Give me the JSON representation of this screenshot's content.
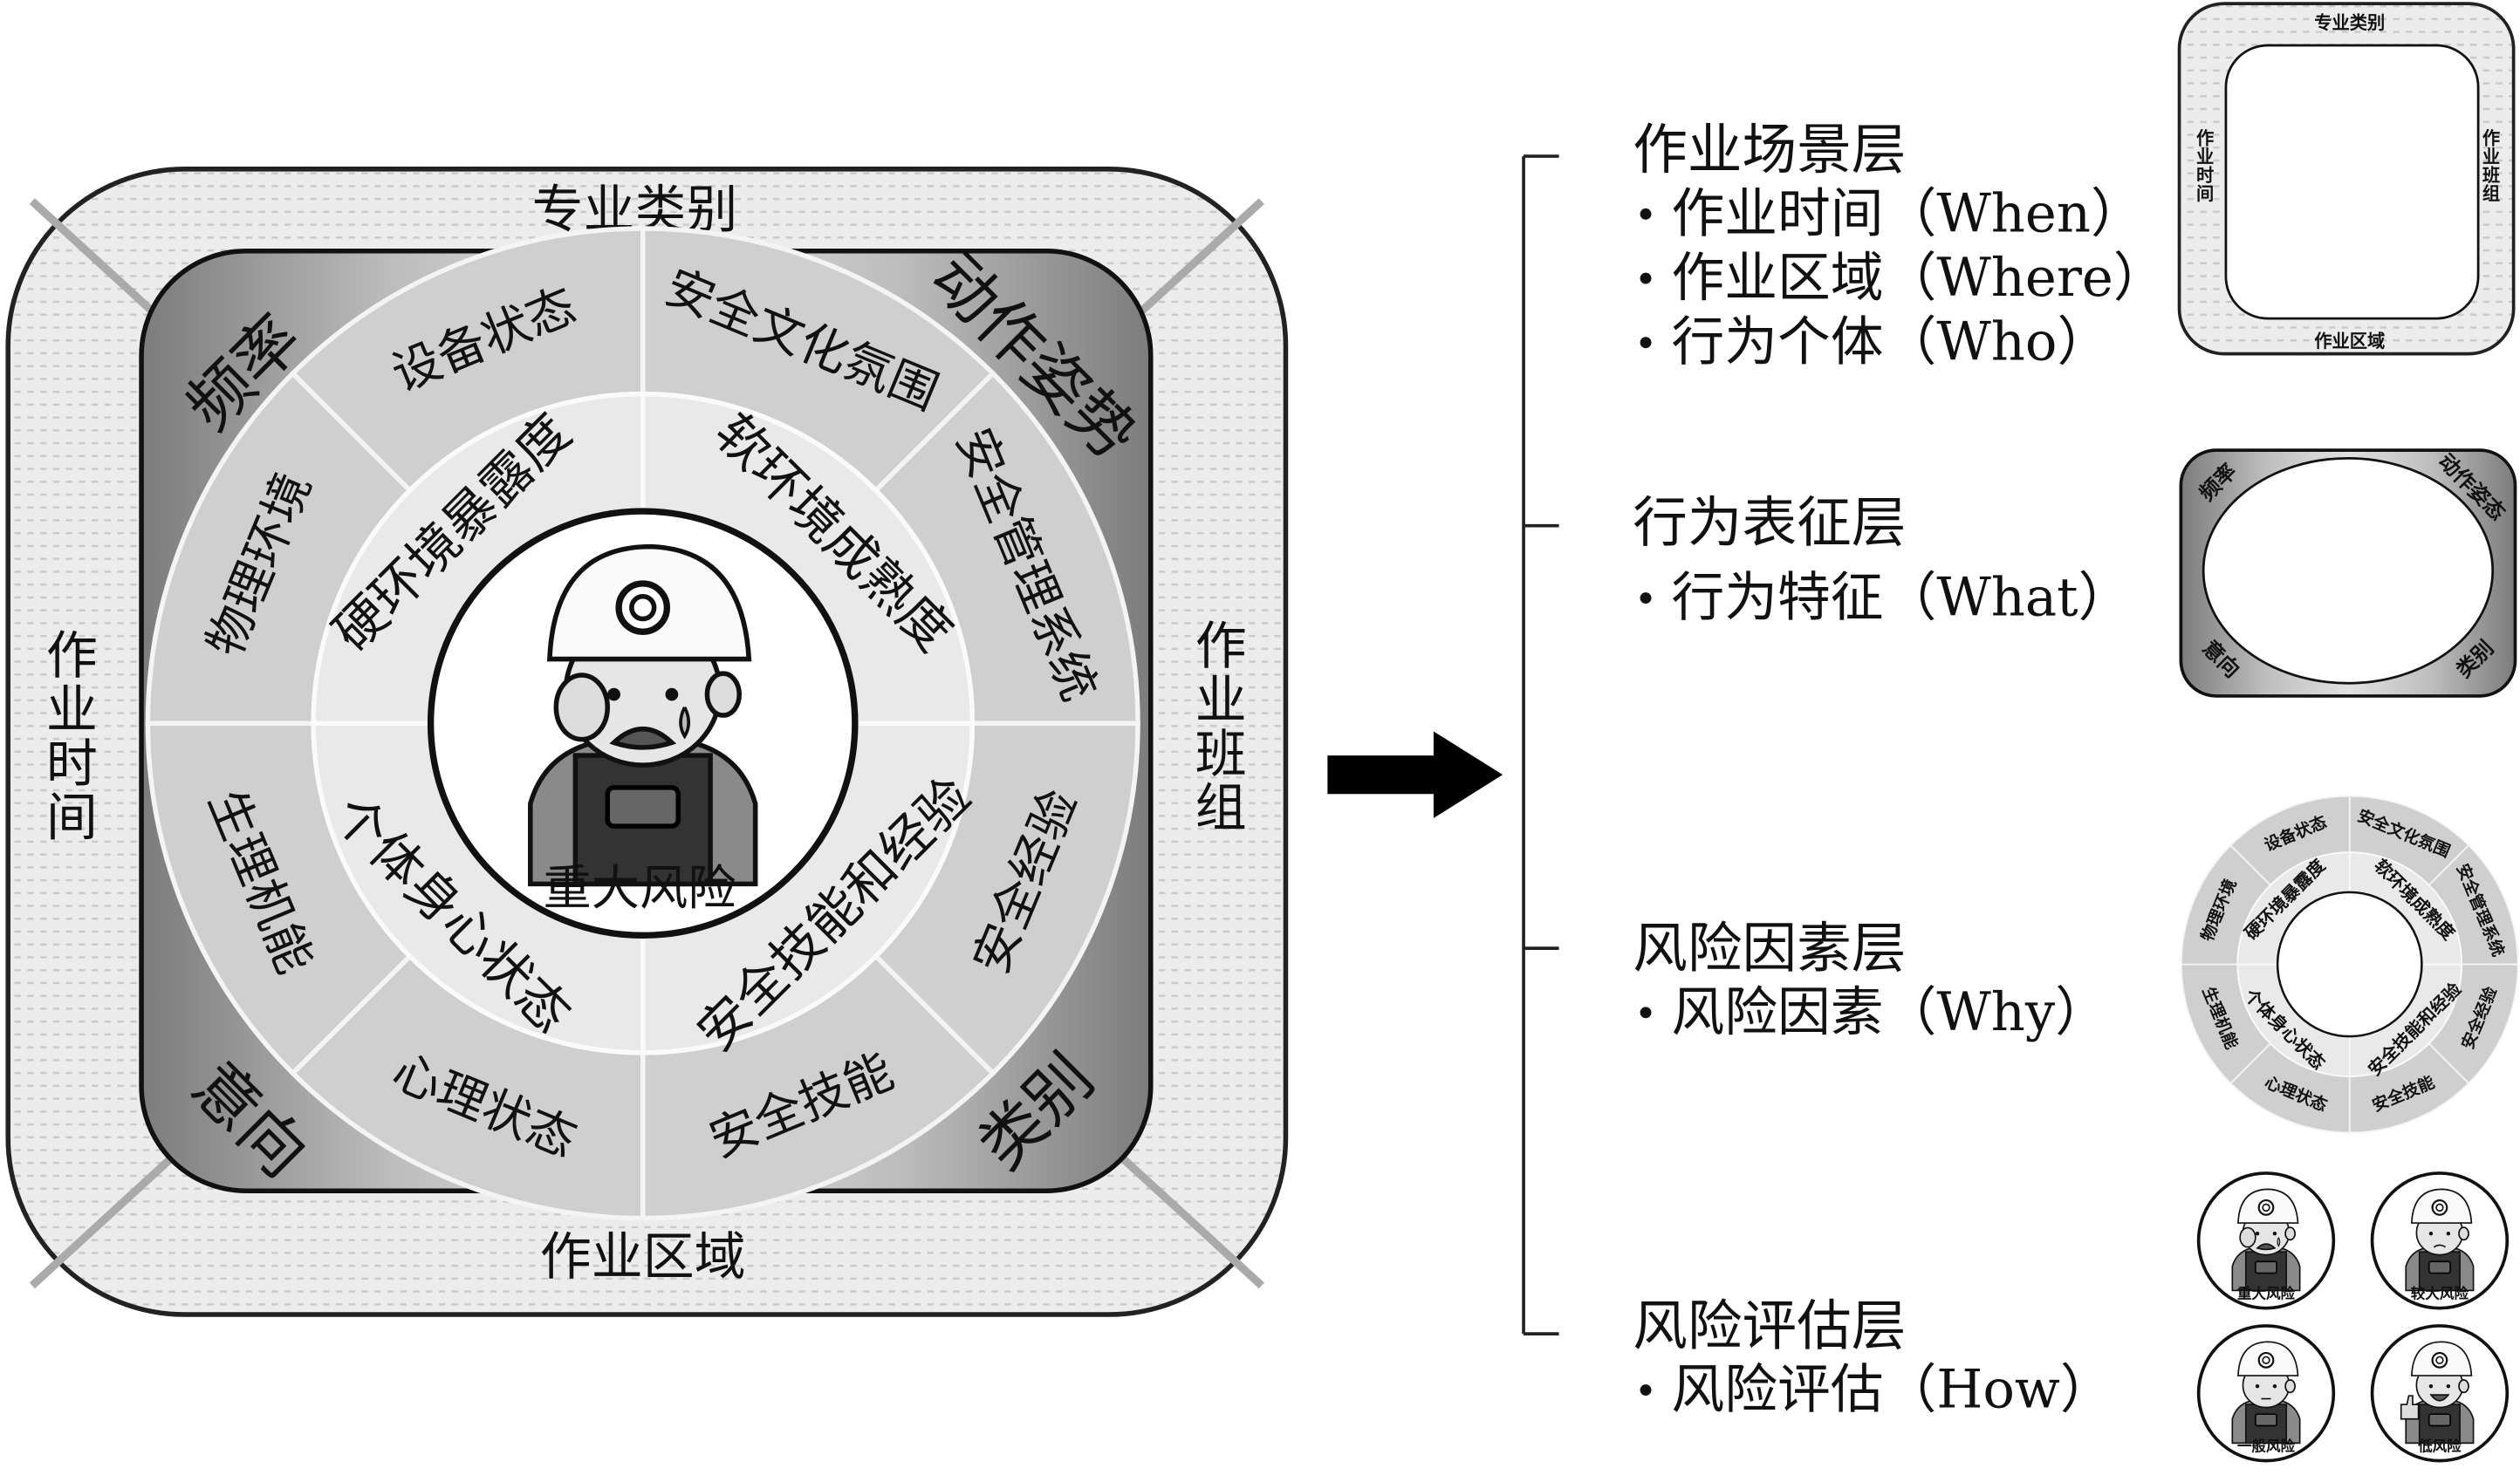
{
  "main_diagram": {
    "frame_labels": {
      "top": "专业类别",
      "bottom": "作业区域",
      "left": "作业时间",
      "right": "作业班组"
    },
    "corner_labels": {
      "top_left": "频率",
      "top_right": "动作姿势",
      "bottom_left": "意向",
      "bottom_right": "类别"
    },
    "outer_ring": [
      "安全文化氛围",
      "安全管理系统",
      "安全经验",
      "安全技能",
      "心理状态",
      "生理机能",
      "物理环境",
      "设备状态"
    ],
    "inner_ring": [
      "软环境成熟度",
      "安全技能和经验",
      "个体身心状态",
      "硬环境暴露度"
    ],
    "center_label": "重大风险"
  },
  "layers": [
    {
      "title": "作业场景层",
      "bullets": [
        "作业时间（When）",
        "作业区域（Where）",
        "行为个体（Who）"
      ]
    },
    {
      "title": "行为表征层",
      "bullets": [
        "行为特征（What）"
      ]
    },
    {
      "title": "风险因素层",
      "bullets": [
        "风险因素（Why）"
      ]
    },
    {
      "title": "风险评估层",
      "bullets": [
        "风险评估（How）"
      ]
    }
  ],
  "thumbnails": {
    "scene": {
      "top": "专业类别",
      "bottom": "作业区域",
      "left": "作业时间",
      "right": "作业班组"
    },
    "behavior": {
      "top_left": "频率",
      "top_right": "动作姿态",
      "bottom_left": "意向",
      "bottom_right": "类别"
    },
    "risk_levels": [
      "重大风险",
      "较大风险",
      "一般风险",
      "低风险"
    ]
  },
  "colors": {
    "outer_frame": "#e6e6e6",
    "inner_frame": "#8f8f8f",
    "outer_ring": "#cfcfcf",
    "inner_ring": "#e9e9e9",
    "ink": "#111111"
  }
}
